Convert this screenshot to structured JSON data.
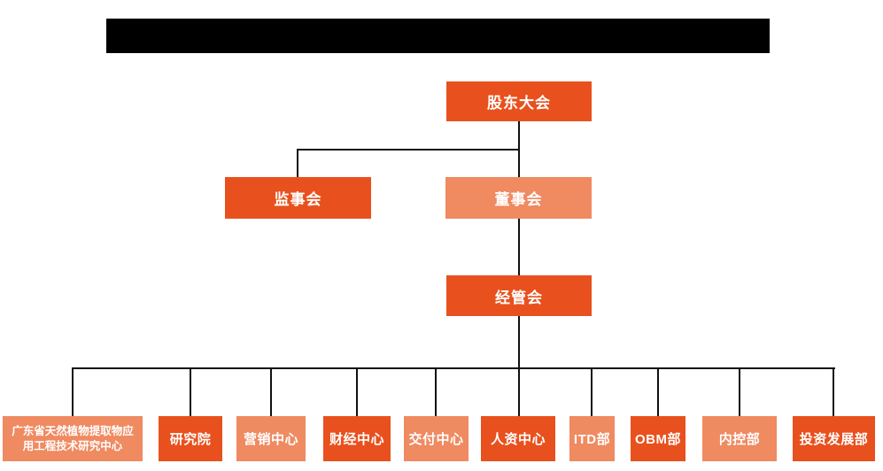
{
  "colors": {
    "primary": "#e8511e",
    "secondary": "#ef8a61",
    "line": "#111111",
    "redacted": "#000000",
    "node_text": "#ffffff",
    "background": "#ffffff"
  },
  "org": {
    "root": {
      "label": "股东大会"
    },
    "supervisory": {
      "label": "监事会"
    },
    "board": {
      "label": "董事会"
    },
    "management": {
      "label": "经管会"
    },
    "departments": [
      {
        "label": "广东省天然植物提取物应用工程技术研究中心"
      },
      {
        "label": "研究院"
      },
      {
        "label": "营销中心"
      },
      {
        "label": "财经中心"
      },
      {
        "label": "交付中心"
      },
      {
        "label": "人资中心"
      },
      {
        "label": "ITD部"
      },
      {
        "label": "OBM部"
      },
      {
        "label": "内控部"
      },
      {
        "label": "投资发展部"
      }
    ]
  }
}
